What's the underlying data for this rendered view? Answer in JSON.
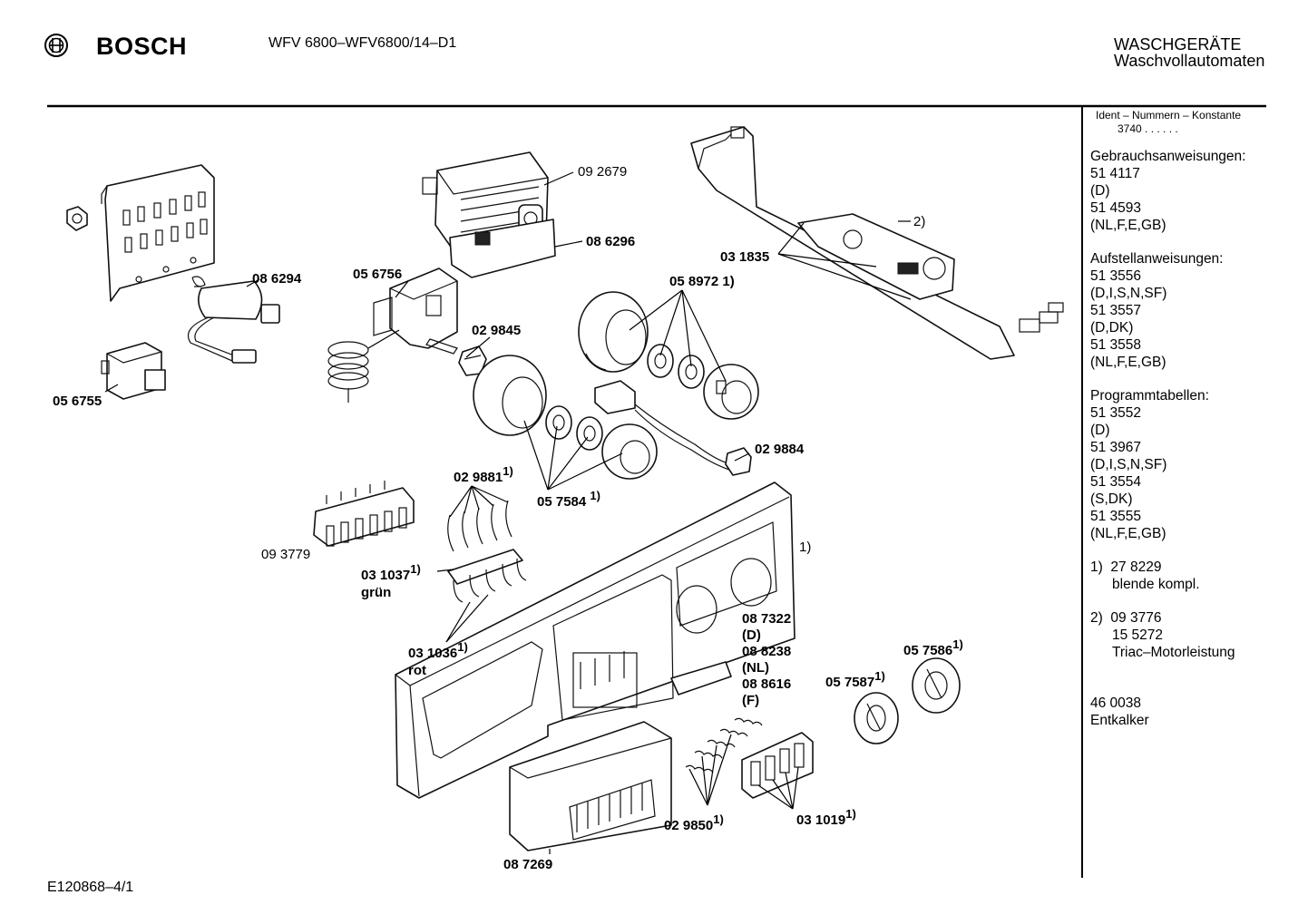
{
  "header": {
    "brand": "BOSCH",
    "model": "WFV 6800–WFV6800/14–D1",
    "category_line1": "WASCHGERÄTE",
    "category_line2": "Waschvollautomaten",
    "logo_icon": "bosch-armature-logo"
  },
  "footer": {
    "drawing_id": "E120868–4/1"
  },
  "sidebar": {
    "ident_title": "Ident – Nummern – Konstante",
    "ident_value": "3740 . .  . . . .",
    "sections": [
      {
        "title": "Gebrauchsanweisungen:",
        "lines": [
          "51 4117",
          "(D)",
          "51 4593",
          "(NL,F,E,GB)"
        ]
      },
      {
        "title": "Aufstellanweisungen:",
        "lines": [
          "51 3556",
          "(D,I,S,N,SF)",
          "51 3557",
          "(D,DK)",
          "51 3558",
          "(NL,F,E,GB)"
        ]
      },
      {
        "title": "Programmtabellen:",
        "lines": [
          "51 3552",
          "(D)",
          "51 3967",
          "(D,I,S,N,SF)",
          "51 3554",
          "(S,DK)",
          "51 3555",
          "(NL,F,E,GB)"
        ]
      }
    ],
    "note1": {
      "marker": "1)",
      "line1": "27 8229",
      "line2": "blende kompl."
    },
    "note2": {
      "marker": "2)",
      "line1": "09 3776",
      "line2": "15 5272",
      "line3": "Triac–Motorleistung"
    },
    "extra": {
      "line1": "46 0038",
      "line2": "Entkalker"
    }
  },
  "parts": {
    "p092679": "09 2679",
    "p086296": "08 6296",
    "p031835": "03 1835",
    "mark2": "2)",
    "p086294": "08 6294",
    "p056756": "05 6756",
    "p058972": "05 8972",
    "p058972_note": "1)",
    "p029845": "02 9845",
    "p056755": "05 6755",
    "p029884": "02 9884",
    "p029881": "02 9881",
    "p029881_note": "1)",
    "p057584": "05 7584",
    "p057584_note": "1)",
    "p093779": "09 3779",
    "p031037": "03 1037",
    "p031037_note": "1)",
    "gruen": "grün",
    "panel_note": "1)",
    "p087322": "08 7322",
    "variant_d": "(D)",
    "p088238": "08 8238",
    "variant_nl": "(NL)",
    "p088616": "08 8616",
    "variant_f": "(F)",
    "p031036": "03 1036",
    "p031036_note": "1)",
    "rot": "rot",
    "p057586": "05 7586",
    "p057586_note": "1)",
    "p057587": "05 7587",
    "p057587_note": "1)",
    "p029850": "02 9850",
    "p029850_note": "1)",
    "p031019": "03 1019",
    "p031019_note": "1)",
    "p087269": "08 7269"
  }
}
